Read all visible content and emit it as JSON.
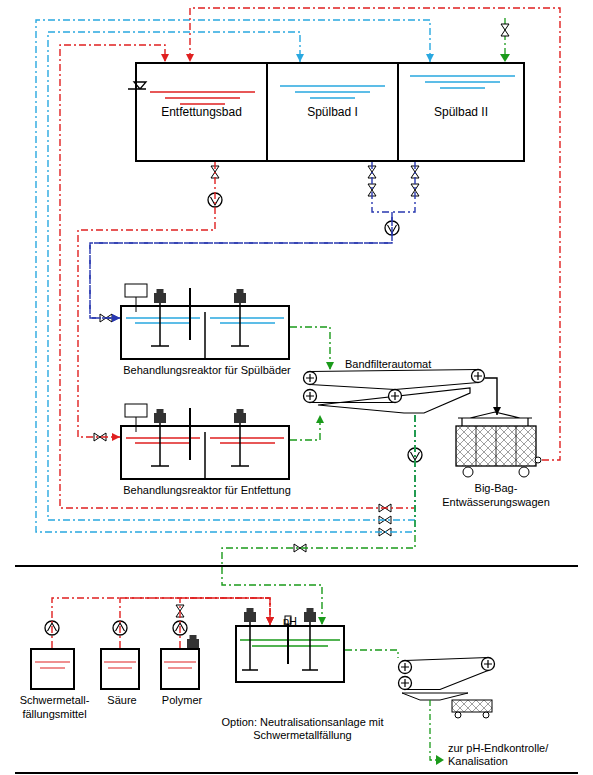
{
  "diagram": {
    "nodes": [
      {
        "text": [
          "Entfettungsbad"
        ]
      },
      {
        "text": [
          "Spülbad I"
        ]
      },
      {
        "text": [
          "Spülbad II"
        ]
      },
      {
        "text": [
          "Behandlungsreaktor für Spülbäder"
        ]
      },
      {
        "text": [
          "Behandlungsreaktor für Entfettung"
        ]
      },
      {
        "text": [
          "Bandfilterautomat"
        ]
      },
      {
        "text": [
          "Big-Bag- Entwässerungswagen"
        ]
      },
      {
        "text": [
          "Schwermetall- fällungsmittel"
        ]
      },
      {
        "text": [
          "Säure"
        ]
      },
      {
        "text": [
          "Polymer"
        ]
      },
      {
        "text": [
          "pH"
        ]
      }
    ],
    "edges": [
      {
        "from": 0,
        "to": 4,
        "arrow": "to"
      },
      {
        "from": 1,
        "to": 3,
        "arrow": "to"
      },
      {
        "from": 2,
        "to": 3,
        "arrow": "to"
      },
      {
        "from": 3,
        "to": 5,
        "arrow": "to"
      },
      {
        "from": 4,
        "to": 5,
        "arrow": "to"
      },
      {
        "from": 5,
        "to": 6,
        "arrow": "to"
      },
      {
        "from": 5,
        "to": 0,
        "arrow": "to"
      },
      {
        "from": 5,
        "to": 1,
        "arrow": "to"
      },
      {
        "from": 5,
        "to": 2,
        "arrow": "to"
      },
      {
        "from": 6,
        "to": 0,
        "arrow": "to"
      },
      {
        "from": 5,
        "to": 10,
        "arrow": "to"
      },
      {
        "from": 7,
        "to": 10,
        "arrow": "to"
      },
      {
        "from": 8,
        "to": 10,
        "arrow": "to"
      },
      {
        "from": 9,
        "to": 10,
        "arrow": "to"
      }
    ],
    "labels": [
      "Option: Neutralisationsanlage mit Schwermetallfällung",
      "zur pH-Endkontrolle/ Kanalisation"
    ]
  }
}
